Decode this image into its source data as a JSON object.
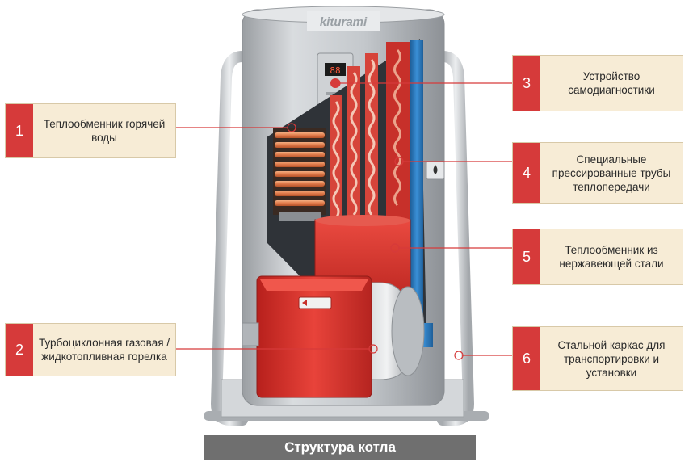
{
  "caption": "Структура котла",
  "brand": "kiturami",
  "display_readout": "88",
  "callouts": [
    {
      "number": "1",
      "text": "Теплообменник горячей\nводы"
    },
    {
      "number": "2",
      "text": "Турбоциклонная газовая /\nжидкотопливная горелка"
    },
    {
      "number": "3",
      "text": "Устройство\nсамодиагностики"
    },
    {
      "number": "4",
      "text": "Специальные\nпрессированные трубы\nтеплопередачи"
    },
    {
      "number": "5",
      "text": "Теплообменник из\nнержавеющей стали"
    },
    {
      "number": "6",
      "text": "Стальной каркас для\nтранспортировки и\nустановки"
    }
  ],
  "colors": {
    "accent_red": "#d63a3a",
    "callout_bg": "#f7ecd6",
    "caption_bg": "#6f6f6f",
    "burner_red": "#d9302a",
    "copper": "#e07a4a",
    "blue_jacket": "#2e7fc6"
  }
}
